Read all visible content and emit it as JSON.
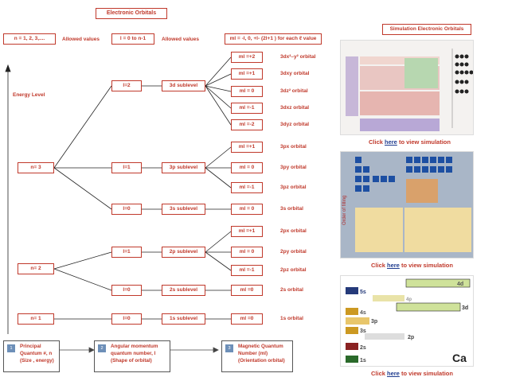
{
  "header": {
    "title": "Electronic Orbitals",
    "n_values": "n = 1, 2, 3,....",
    "allowed_1": "Allowed values",
    "l_values": "l = 0 to n-1",
    "allowed_2": "Allowed values",
    "ml_values": "ml = -l, 0, +l- (2l+1 ) for each ℓ value"
  },
  "energy_label": "Energy Level",
  "n_nodes": {
    "n3": "n= 3",
    "n2": "n= 2",
    "n1": "n= 1"
  },
  "l_nodes": {
    "l2": "l=2",
    "l1a": "l=1",
    "l0a": "l=0",
    "l1b": "l=1",
    "l0b": "l=0",
    "l0c": "l=0"
  },
  "sublevels": {
    "d3": "3d sublevel",
    "p3": "3p sublevel",
    "s3": "3s sublevel",
    "p2": "2p sublevel",
    "s2": "2s sublevel",
    "s1": "1s sublevel"
  },
  "ml_boxes": {
    "a": "ml =+2",
    "b": "ml =+1",
    "c": "ml = 0",
    "d": "ml =-1",
    "e": "ml =-2",
    "f": "ml =+1",
    "g": "ml = 0",
    "h": "ml =-1",
    "i": "ml = 0",
    "j": "ml =+1",
    "k": "ml = 0",
    "l": "ml =-1",
    "m": "ml =0",
    "n": "ml =0"
  },
  "orbitals": {
    "a": "3dx²–y² orbital",
    "b": "3dxy orbital",
    "c": "3dz² orbital",
    "d": "3dxz orbital",
    "e": "3dyz orbital",
    "f": "3px orbital",
    "g": "3py orbital",
    "h": "3pz orbital",
    "i": "3s orbital",
    "j": "2px orbital",
    "k": "2py orbital",
    "l": "2pz orbital",
    "m": "2s orbital",
    "n": "1s orbital"
  },
  "legend": [
    {
      "num": "1",
      "text": "Principal\nQuantum #, n\n(Size , energy)"
    },
    {
      "num": "2",
      "text": "Angular momentum\nquantum number, l\n(Shape of orbital)"
    },
    {
      "num": "3",
      "text": "Magnetic Quantum\nNumber (ml)\n(Orientation orbital)"
    }
  ],
  "simulation": {
    "title": "Simulation Electronic Orbitals",
    "click_pre": "Click ",
    "click_link": "here",
    "click_post": " to view simulation"
  },
  "sim3_labels": [
    "4d",
    "5s",
    "4p",
    "3d",
    "4s",
    "3p",
    "3s",
    "2p",
    "2s",
    "1s",
    "Ca"
  ],
  "colors": {
    "accent": "#c0392b",
    "link": "#1f3c8f",
    "legend_num": "#6d8fb8"
  }
}
